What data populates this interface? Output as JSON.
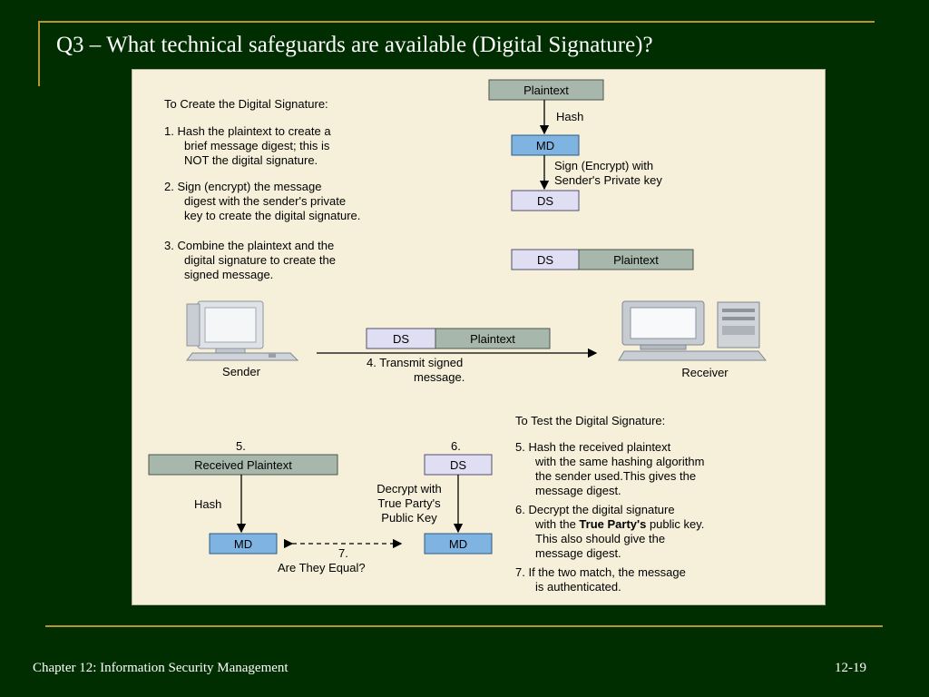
{
  "slide": {
    "title": "Q3 – What technical safeguards are available (Digital Signature)?",
    "footer_left": "Chapter 12: Information Security Management",
    "footer_right": "12-19"
  },
  "create": {
    "heading": "To Create the Digital Signature:",
    "step1": [
      "1. Hash the plaintext to create a",
      "brief message digest; this is",
      "NOT the digital signature."
    ],
    "step2": [
      "2. Sign (encrypt) the message",
      "digest with the sender's private",
      "key to create the digital signature."
    ],
    "step3": [
      "3. Combine the plaintext and the",
      "digital signature to create the",
      "signed message."
    ]
  },
  "flow": {
    "plaintext": "Plaintext",
    "hash": "Hash",
    "md": "MD",
    "sign": [
      "Sign (Encrypt) with",
      "Sender's Private key"
    ],
    "ds": "DS"
  },
  "transmit": {
    "sender": "Sender",
    "receiver": "Receiver",
    "step4": [
      "4. Transmit signed",
      "message."
    ]
  },
  "test": {
    "heading": "To Test the Digital Signature:",
    "num5": "5.",
    "num6": "6.",
    "received_plaintext": "Received Plaintext",
    "hash": "Hash",
    "decrypt": [
      "Decrypt with",
      "True Party's",
      "Public Key"
    ],
    "md": "MD",
    "ds": "DS",
    "num7": "7.",
    "equal": "Are They Equal?",
    "step5": [
      "5. Hash the received plaintext",
      "with the same hashing algorithm",
      "the sender used.This gives the",
      "message digest."
    ],
    "step6_line1": "6. Decrypt the digital signature",
    "step6_line2_pre": "with the ",
    "step6_line2_bold": "True Party's",
    "step6_line2_post": " public key.",
    "step6_rest": [
      "This also should give the",
      "message digest."
    ],
    "step7": [
      "7. If the two match, the message",
      "is authenticated."
    ]
  },
  "icons": {
    "sender": "desktop-computer-icon",
    "receiver": "desktop-server-icon"
  }
}
